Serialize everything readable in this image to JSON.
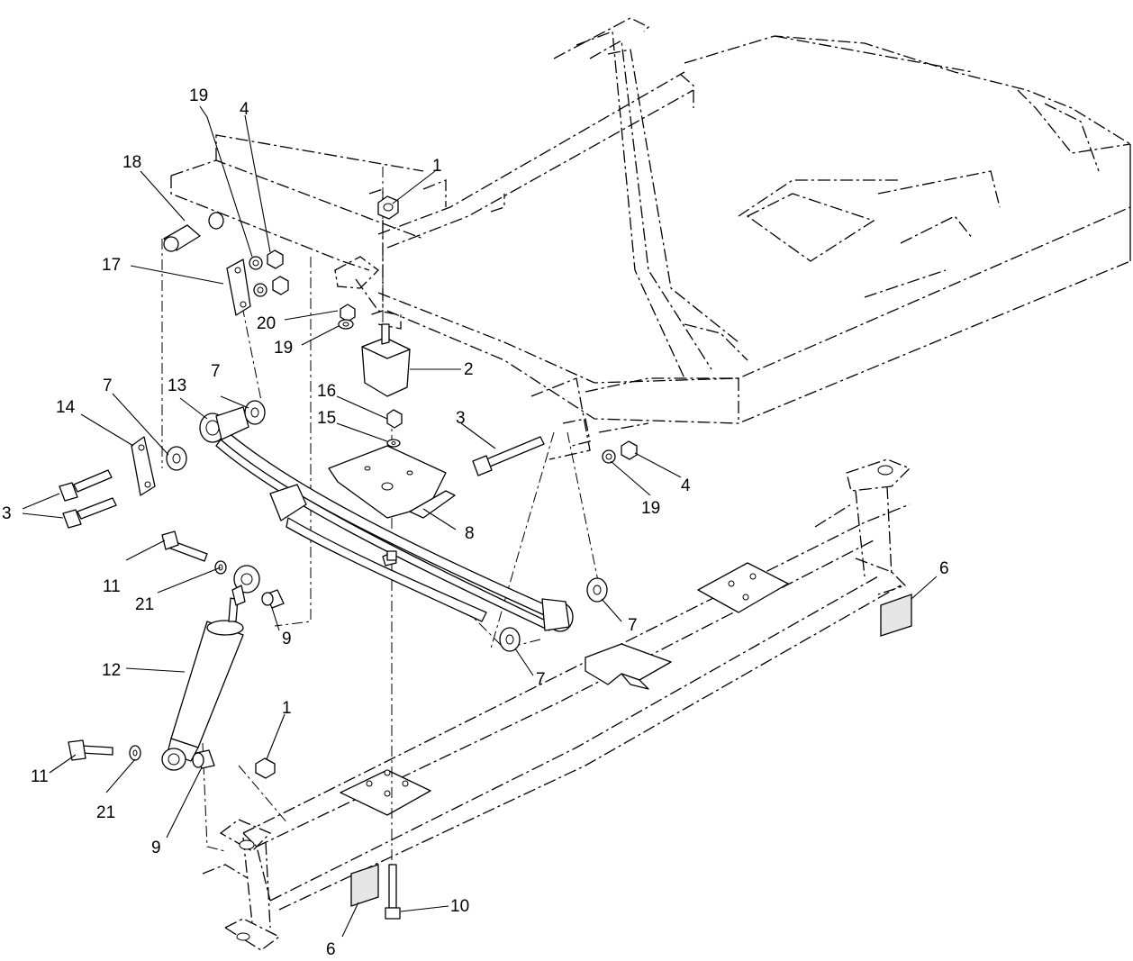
{
  "callouts": {
    "c1_top": "1",
    "c1_bottom": "1",
    "c2": "2",
    "c3_left": "3",
    "c3_right": "3",
    "c4_top": "4",
    "c4_right": "4",
    "c6_right": "6",
    "c6_bottom": "6",
    "c7_a": "7",
    "c7_b": "7",
    "c7_c": "7",
    "c7_d": "7",
    "c8": "8",
    "c9_a": "9",
    "c9_b": "9",
    "c10": "10",
    "c11_a": "11",
    "c11_b": "11",
    "c12": "12",
    "c13": "13",
    "c14": "14",
    "c15": "15",
    "c16": "16",
    "c17": "17",
    "c18": "18",
    "c19_top": "19",
    "c19_mid": "19",
    "c19_right": "19",
    "c20": "20",
    "c21_a": "21",
    "c21_b": "21"
  }
}
